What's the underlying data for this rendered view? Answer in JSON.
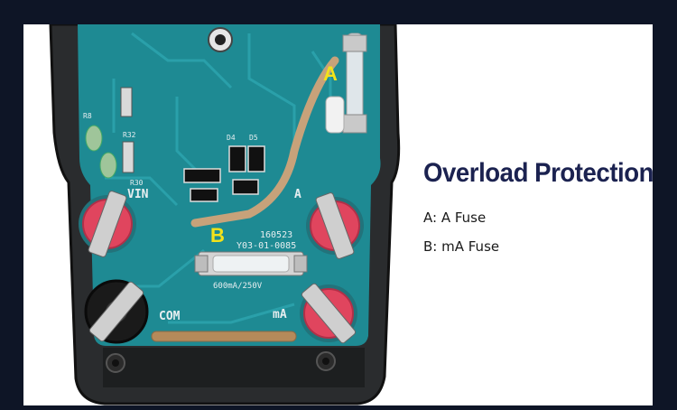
{
  "heading": "Overload Protection",
  "legend": [
    {
      "key": "A",
      "text": "A: A Fuse"
    },
    {
      "key": "B",
      "text": "B: mA Fuse"
    }
  ],
  "board_labels": {
    "marker_a": "A",
    "marker_b": "B",
    "terminal_vin": "VIN",
    "terminal_a": "A",
    "terminal_com": "COM",
    "terminal_ma": "mA",
    "serial_1": "160523",
    "serial_2": "Y03-01-0085",
    "fuse_rating": "600mA/250V",
    "d4": "D4",
    "d5": "D5",
    "r32": "R32",
    "r8": "R8",
    "r30": "R30"
  },
  "colors": {
    "pcb": "#1e8a93",
    "marker": "#f3e21a",
    "heading": "#1b2250",
    "jack_red": "#e0455e",
    "jack_black": "#1a1a1a"
  }
}
